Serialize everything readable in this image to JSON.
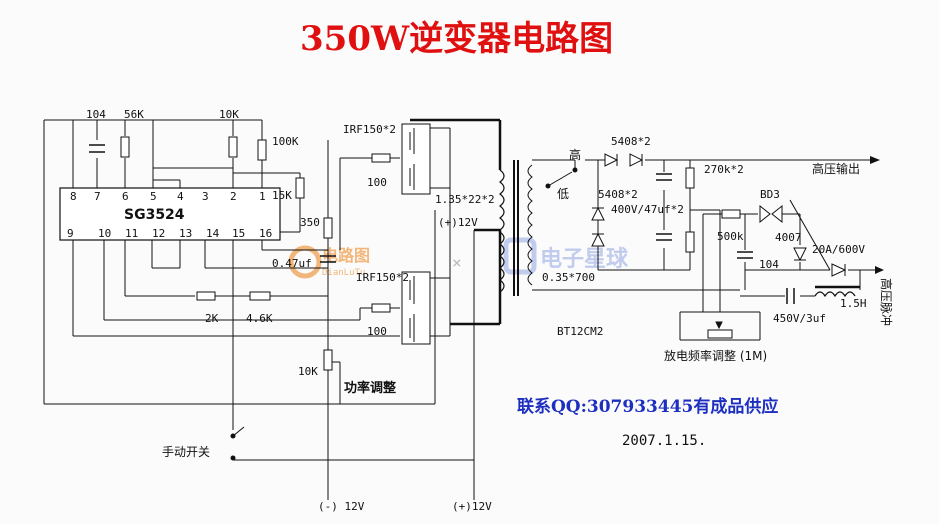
{
  "title": "350W逆变器电路图",
  "chip": {
    "name": "SG3524",
    "pins_top": [
      "8",
      "7",
      "6",
      "5",
      "4",
      "3",
      "2",
      "1"
    ],
    "pins_bottom": [
      "9",
      "10",
      "11",
      "12",
      "13",
      "14",
      "15",
      "16"
    ]
  },
  "components": {
    "c104": "104",
    "r56k": "56K",
    "r10k_top": "10K",
    "r100k": "100K",
    "r15k": "15K",
    "r350": "350",
    "c047": "0.47uf",
    "r2k": "2K",
    "r46k": "4.6K",
    "r10k_pot": "10K",
    "mosfet_top": "IRF150*2",
    "mosfet_bottom": "IRF150*2",
    "r100_top": "100",
    "r100_bottom": "100",
    "winding_primary": "1.35*22*2",
    "plus12v_mid": "(+)12V",
    "winding_secondary": "0.35*700",
    "transformer": "BT12CM2",
    "switch_high": "高",
    "switch_low": "低",
    "diode_top": "5408*2",
    "diode_mid": "5408*2",
    "caps_hv": "400V/47uf*2",
    "r270k": "270k*2",
    "bd3": "BD3",
    "d4007": "4007",
    "r500k": "500k",
    "c104_right": "104",
    "diode_20a": "20A/600V",
    "cap_450v": "450V/3uf",
    "inductor": "1.5H"
  },
  "labels": {
    "power_adjust": "功率调整",
    "manual_switch": "手动开关",
    "minus12v": "(-) 12V",
    "plus12v_bottom": "(+)12V",
    "hv_out": "高压输出",
    "pulse_out": "高压脉冲",
    "freq_adjust": "放电频率调整 (1M)"
  },
  "contact": "联系QQ:307933445有成品供应",
  "date": "2007.1.15.",
  "watermarks": {
    "left_logo": "电路图",
    "left_sub": "DianLuTu",
    "separator": "×",
    "right_logo": "电子星球"
  },
  "colors": {
    "title": "#e01010",
    "contact": "#1d2fc0",
    "wire": "#111111",
    "watermark_orange": "#f0a050",
    "watermark_blue": "#a8b8e8"
  }
}
